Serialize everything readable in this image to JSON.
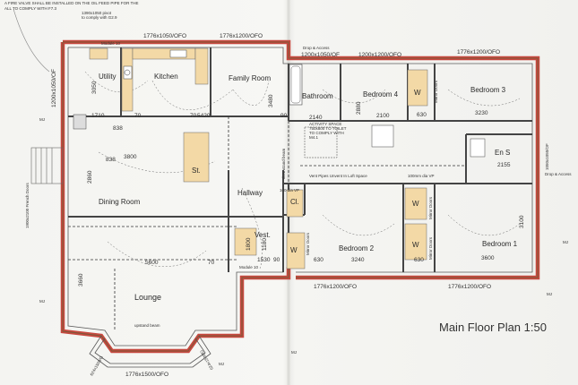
{
  "notes": {
    "top_note_1": "A FIRE VALVE SHALL BE INSTALLED ON THE OIL FEED PIPE FOR THE",
    "top_note_2": "ALL TO COMPLY WITH F7.3",
    "pivot_note_1": "1390x1050 pivot",
    "pivot_note_2": "to comply with G2.9"
  },
  "windows": {
    "top_left": "1776x1050/OFO",
    "top_family": "1776x1200/OFO",
    "bathroom": "1200x1050/OF",
    "drop_access_top": "Drop & Access",
    "bed4": "1200x1200/OFO",
    "bed3": "1776x1200/OFO",
    "left_side": "1200x1050/OF",
    "french_doors": "1900x2100 French Doors",
    "bottom_bed2": "1776x1200/OFO",
    "bottom_bed1": "1776x1200/OFO",
    "bay_left": "624x1500/O",
    "bay_center": "1776x1500/OFO",
    "bay_right": "624x1500/O",
    "right_side": "1050x1050/OF",
    "drop_access_right": "Drop & Access"
  },
  "rooms": {
    "utility": "Utility",
    "kitchen": "Kitchen",
    "family_room": "Family Room",
    "bathroom": "Bathroom",
    "bedroom4": "Bedroom 4",
    "bedroom3": "Bedroom 3",
    "dining_room": "Dining Room",
    "hallway": "Hallway",
    "store": "St.",
    "vestibule": "Vest.",
    "cupboard": "Cl.",
    "bedroom2": "Bedroom 2",
    "bedroom1": "Bedroom 1",
    "lounge": "Lounge",
    "ensuite": "En S",
    "wardrobe_w": "W"
  },
  "dimensions": {
    "d1710": "1710",
    "d5420": "5420",
    "d70": "70",
    "d90": "90",
    "d2140": "2140",
    "d630": "630",
    "d3230": "3230",
    "d3050": "3050",
    "d3480": "3480",
    "d2880": "2880",
    "d2100": "2100",
    "d838": "838",
    "d3800": "3800",
    "d2155": "2155",
    "d2860": "2860",
    "d1530": "1530",
    "d5600": "5600",
    "d3240": "3240",
    "d3600": "3600",
    "d3100": "3100",
    "d3660": "3660",
    "d1800": "1800",
    "d1180": "1180"
  },
  "annotations": {
    "module10_top": "Module 10",
    "module10_bottom": "Module 10",
    "activity_space_1": "ACTIVITY SPACE",
    "activity_space_2": "750x800 TO TOILET",
    "activity_space_3": "TO COMPLY WITH",
    "activity_space_4": "M4.1",
    "vent_pipes": "Vent Pipes Unvent In Loft Space",
    "downstand_beam": "downstand beam",
    "upstand_beam": "upstand beam",
    "mirror_doors_1": "Mirror Doors",
    "mirror_doors_2": "Mirror Doors",
    "mirror_doors_3": "Mirror Doors",
    "mirror_doors_4": "Mirror Doors",
    "vp": "100 dia VP",
    "hundred_vp": "100mm dia VP",
    "mj": "MJ"
  },
  "plan_title": "Main Floor Plan 1:50"
}
